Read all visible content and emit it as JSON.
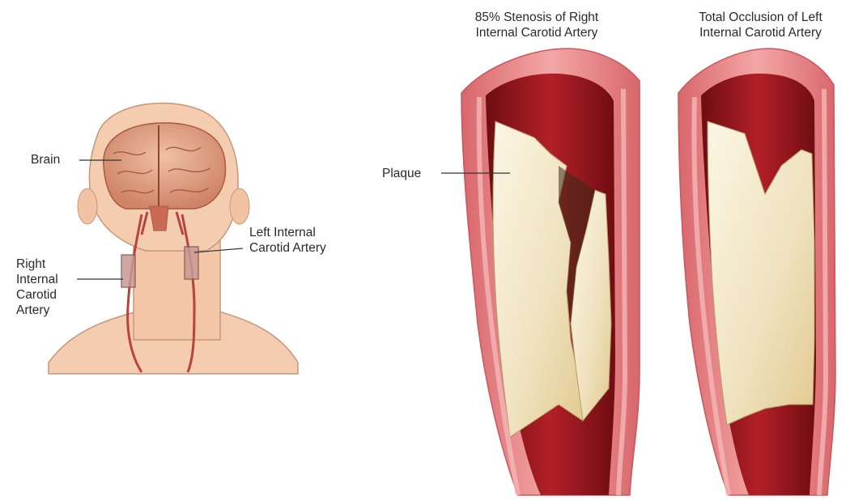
{
  "labels": {
    "brain": "Brain",
    "left_ica": [
      "Left Internal",
      "Carotid Artery"
    ],
    "right_ica": [
      "Right",
      "Internal",
      "Carotid",
      "Artery"
    ],
    "plaque": "Plaque"
  },
  "titles": {
    "stenosis": [
      "85% Stenosis of Right",
      "Internal Carotid Artery"
    ],
    "occlusion": [
      "Total Occlusion of Left",
      "Internal Carotid Artery"
    ]
  },
  "colors": {
    "skin": "#f4cdb0",
    "skin_outline": "#c9957a",
    "brain": "#e0a083",
    "artery_wall": "#e98a8c",
    "lumen": "#9b1b1f",
    "plaque": "#f3ead0"
  }
}
